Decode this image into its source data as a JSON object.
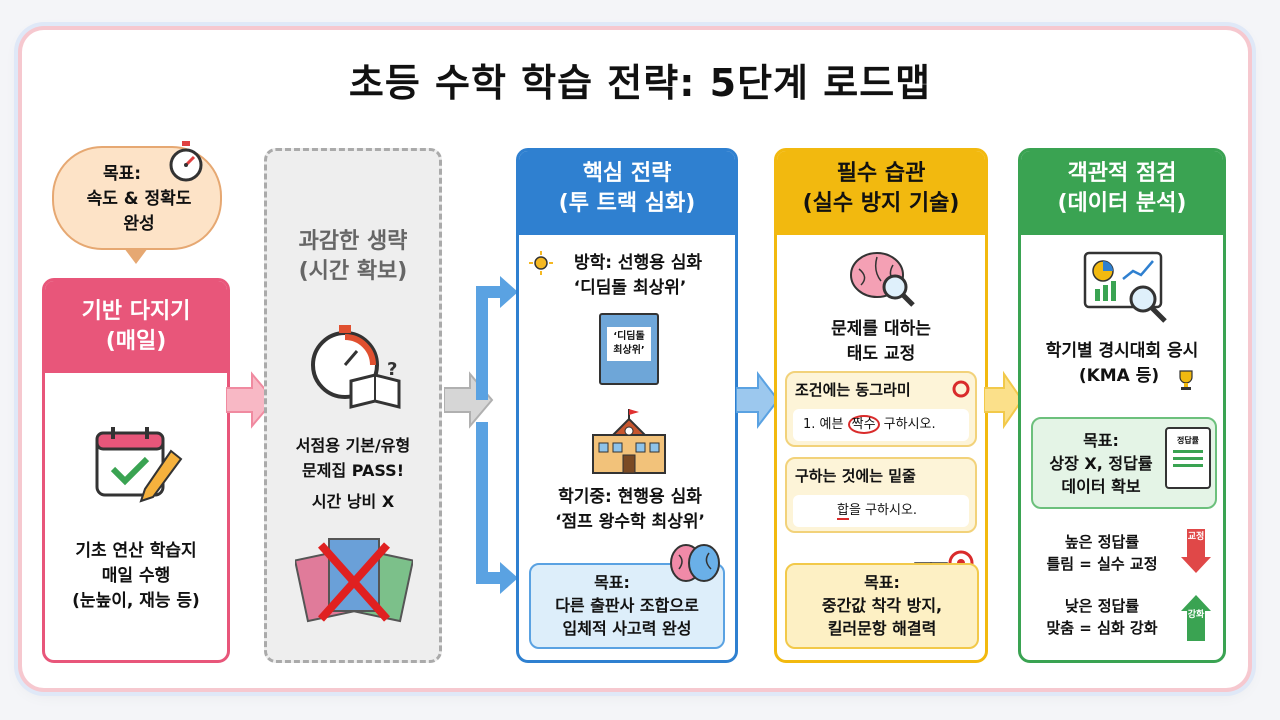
{
  "title": "초등 수학 학습 전략: 5단계 로드맵",
  "bubble": {
    "line1": "목표:",
    "line2": "속도 & 정확도",
    "line3": "완성"
  },
  "step1": {
    "head1": "기반 다지기",
    "head2": "(매일)",
    "line1": "기초 연산 학습지",
    "line2": "매일 수행",
    "line3": "(눈높이, 재능 등)",
    "icon": "calendar-check-icon"
  },
  "step2": {
    "head1": "과감한 생략",
    "head2": "(시간 확보)",
    "line1": "서점용 기본/유형",
    "line2": "문제집 PASS!",
    "line3": "시간 낭비 X",
    "icon": "stopwatch-book-icon"
  },
  "step3": {
    "head1": "핵심 전략",
    "head2": "(투 트랙 심화)",
    "vacation1": "방학: 선행용 심화",
    "vacation2": "‘디딤돌 최상위’",
    "book_label1": "‘디딤돌",
    "book_label2": "최상위’",
    "semester1": "학기중: 현행용 심화",
    "semester2": "‘점프 왕수학 최상위’",
    "goal1": "목표:",
    "goal2": "다른 출판사 조합으로",
    "goal3": "입체적 사고력 완성"
  },
  "step4": {
    "head1": "필수 습관",
    "head2": "(실수 방지 기술)",
    "attitude1": "문제를 대하는",
    "attitude2": "태도 교정",
    "circle_rule": "조건에는 동그라미",
    "example1_pre": "1. 예븐",
    "example1_mark": "짝수",
    "example1_post": "구하시오.",
    "underline_rule": "구하는 것에는 밑줄",
    "example2_mark": "합",
    "example2_post": "을 구하시오.",
    "goal1": "목표:",
    "goal2": "중간값 착각 방지,",
    "goal3": "킬러문항 해결력"
  },
  "step5": {
    "head1": "객관적 점검",
    "head2": "(데이터 분석)",
    "exam1": "학기별 경시대회 응시",
    "exam2": "(KMA 등)",
    "goal1": "목표:",
    "goal2": "상장 X, 정답률",
    "goal3": "데이터 확보",
    "clipboard_label": "정답률",
    "high1": "높은 정답률",
    "high2": "틀림 = 실수 교정",
    "high_badge": "교정",
    "low1": "낮은 정답률",
    "low2": "맞춤 = 심화 강화",
    "low_badge": "강화"
  },
  "colors": {
    "pink": "#e8567a",
    "gray": "#aaaaaa",
    "blue": "#2f80d0",
    "yellow": "#f2b90f",
    "green": "#3aa352"
  }
}
